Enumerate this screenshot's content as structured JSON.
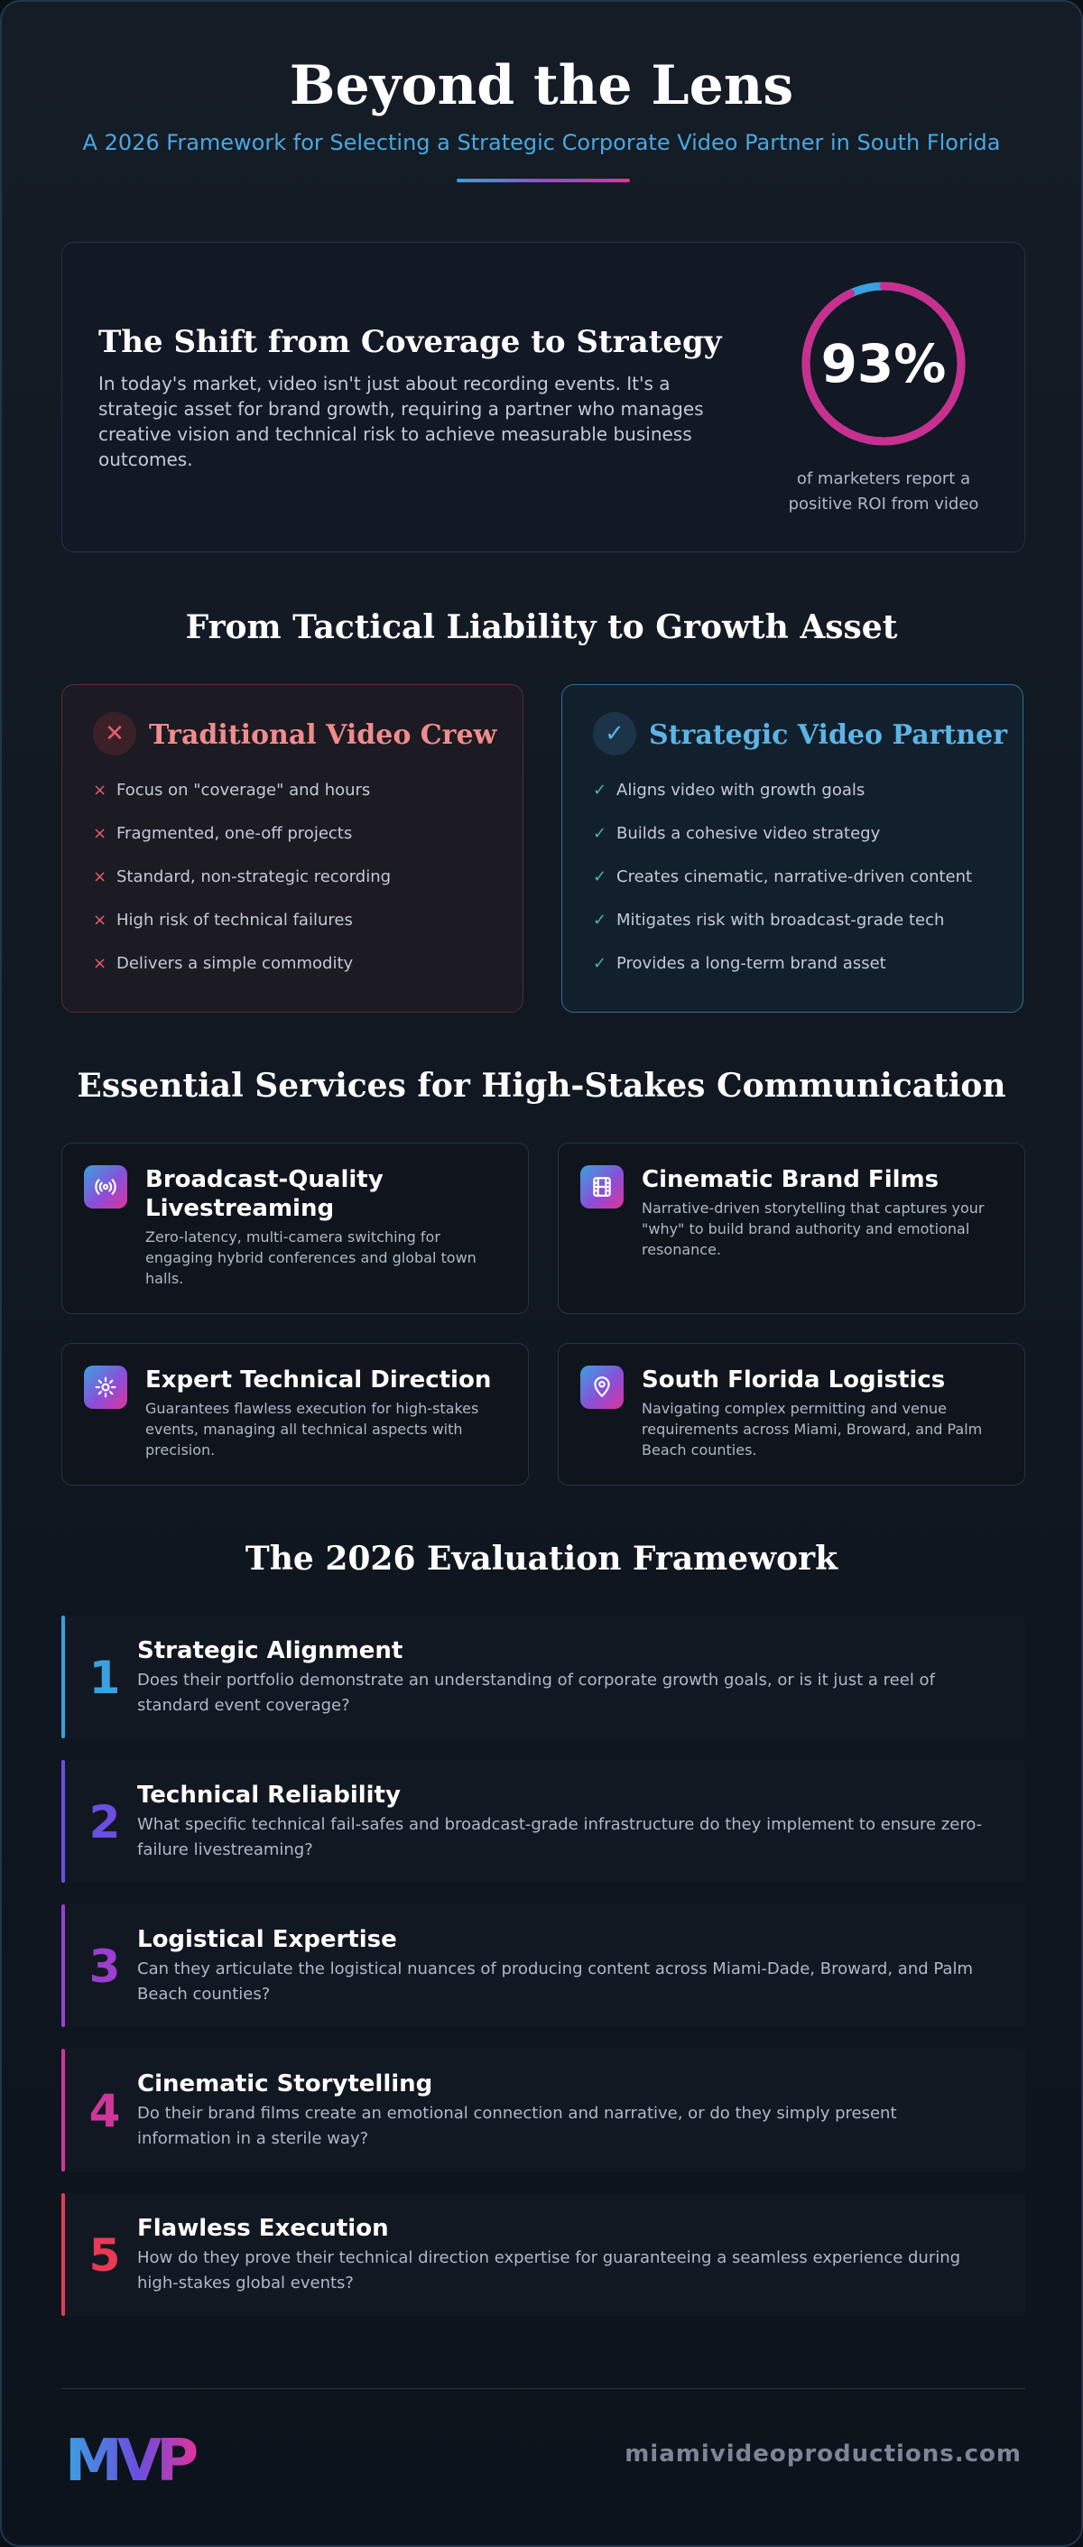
{
  "header": {
    "title": "Beyond the Lens",
    "subtitle": "A 2026 Framework for Selecting a Strategic Corporate Video Partner in South Florida"
  },
  "shift": {
    "title": "The Shift from Coverage to Strategy",
    "body": "In today's market, video isn't just about recording events. It's a strategic asset for brand growth, requiring a partner who manages creative vision and technical risk to achieve measurable business outcomes.",
    "stat_value": "93%",
    "stat_fraction": 0.93,
    "stat_caption": "of marketers report a positive ROI from video"
  },
  "comparison": {
    "title": "From Tactical Liability to Growth Asset",
    "traditional": {
      "icon": "x-icon",
      "title": "Traditional Video Crew",
      "items": [
        "Focus on \"coverage\" and hours",
        "Fragmented, one-off projects",
        "Standard, non-strategic recording",
        "High risk of technical failures",
        "Delivers a simple commodity"
      ]
    },
    "strategic": {
      "icon": "check-icon",
      "title": "Strategic Video Partner",
      "items": [
        "Aligns video with growth goals",
        "Builds a cohesive video strategy",
        "Creates cinematic, narrative-driven content",
        "Mitigates risk with broadcast-grade tech",
        "Provides a long-term brand asset"
      ]
    }
  },
  "services": {
    "title": "Essential Services for High-Stakes Communication",
    "items": [
      {
        "icon": "broadcast-icon",
        "title": "Broadcast-Quality Livestreaming",
        "desc": "Zero-latency, multi-camera switching for engaging hybrid conferences and global town halls."
      },
      {
        "icon": "film-icon",
        "title": "Cinematic Brand Films",
        "desc": "Narrative-driven storytelling that captures your \"why\" to build brand authority and emotional resonance."
      },
      {
        "icon": "gear-icon",
        "title": "Expert Technical Direction",
        "desc": "Guarantees flawless execution for high-stakes events, managing all technical aspects with precision."
      },
      {
        "icon": "map-pin-icon",
        "title": "South Florida Logistics",
        "desc": "Navigating complex permitting and venue requirements across Miami, Broward, and Palm Beach counties."
      }
    ]
  },
  "framework": {
    "title": "The 2026 Evaluation Framework",
    "items": [
      {
        "num": "1",
        "color": "#3aa1e0",
        "title": "Strategic Alignment",
        "desc": "Does their portfolio demonstrate an understanding of corporate growth goals, or is it just a reel of standard event coverage?"
      },
      {
        "num": "2",
        "color": "#6a4fe0",
        "title": "Technical Reliability",
        "desc": "What specific technical fail-safes and broadcast-grade infrastructure do they implement to ensure zero-failure livestreaming?"
      },
      {
        "num": "3",
        "color": "#9a3fd0",
        "title": "Logistical Expertise",
        "desc": "Can they articulate the logistical nuances of producing content across Miami-Dade, Broward, and Palm Beach counties?"
      },
      {
        "num": "4",
        "color": "#d0369a",
        "title": "Cinematic Storytelling",
        "desc": "Do their brand films create an emotional connection and narrative, or do they simply present information in a sterile way?"
      },
      {
        "num": "5",
        "color": "#e83a55",
        "title": "Flawless Execution",
        "desc": "How do they prove their technical direction expertise for guaranteeing a seamless experience during high-stakes global events?"
      }
    ]
  },
  "footer": {
    "logo_text": "MVP",
    "website": "miamivideoproductions.com"
  }
}
